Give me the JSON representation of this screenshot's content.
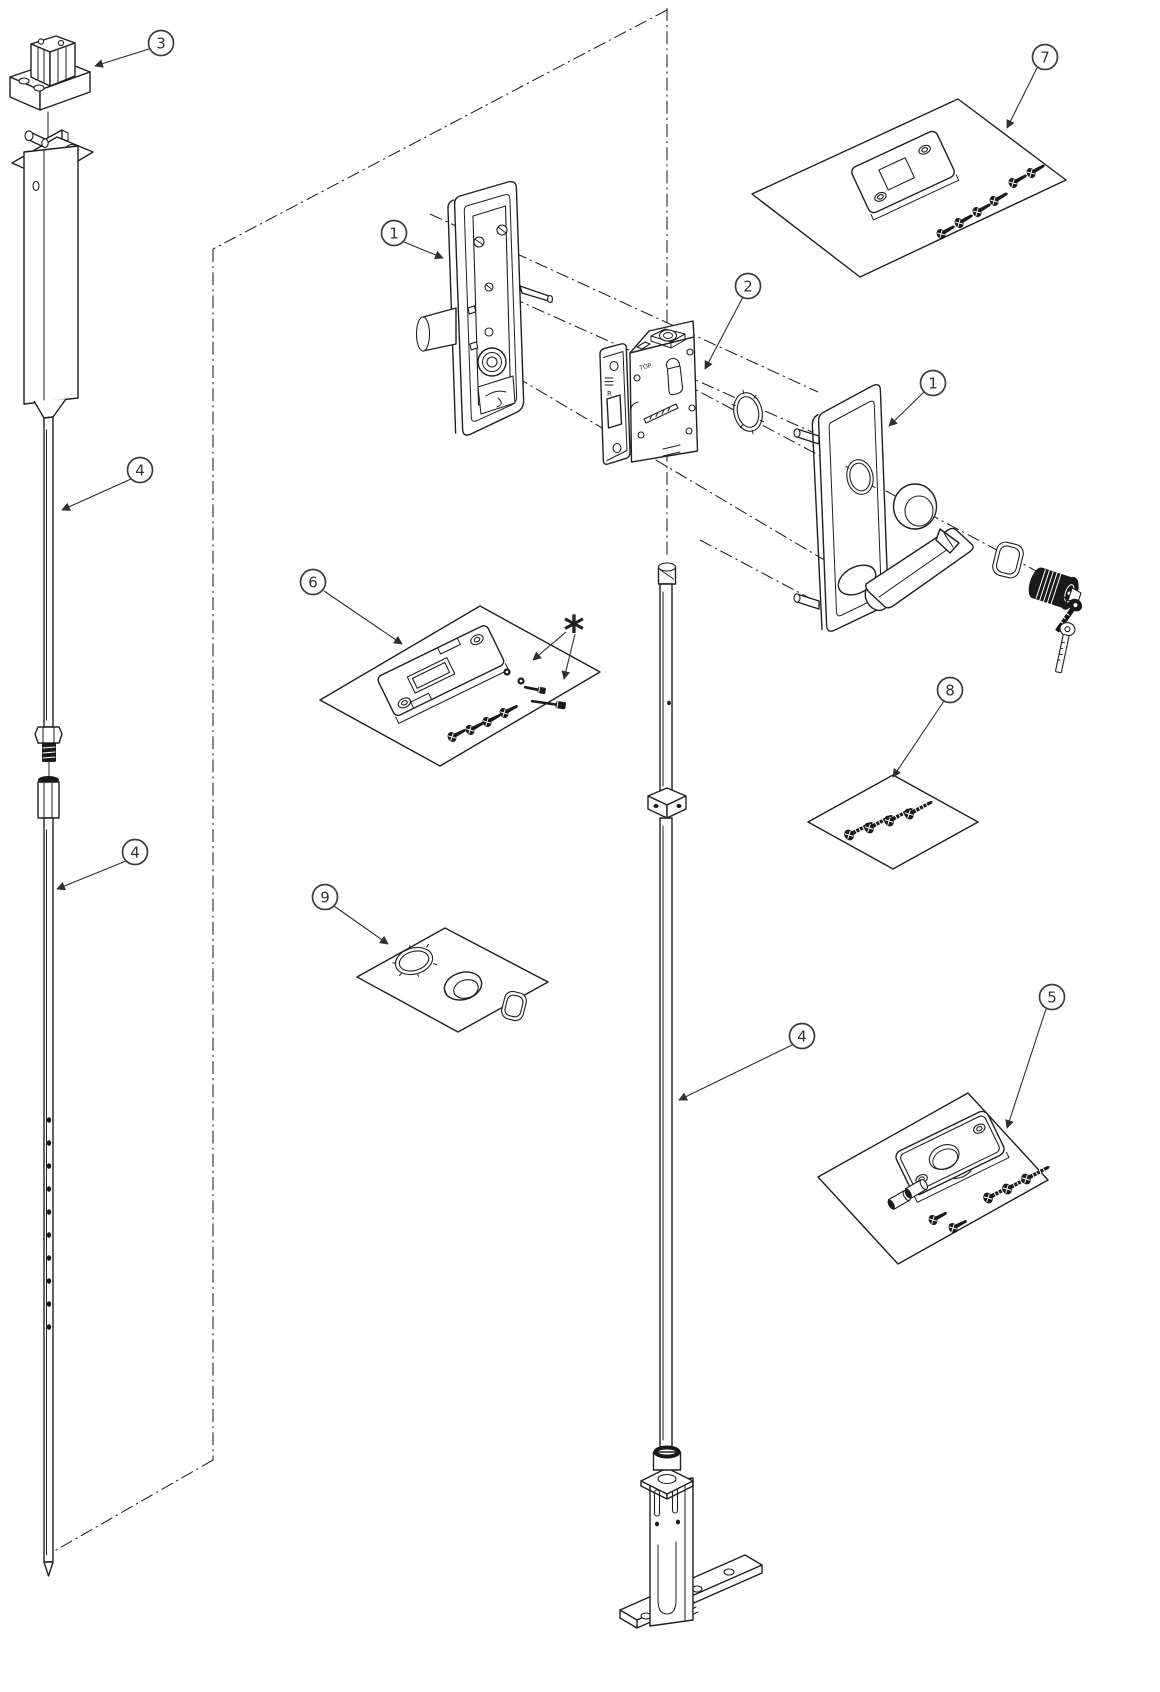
{
  "diagram": {
    "type": "exploded-parts-diagram",
    "callouts": [
      {
        "part": "escutcheon-inside",
        "label": "1"
      },
      {
        "part": "escutcheon-outside",
        "label": "1"
      },
      {
        "part": "mortise-lock-body",
        "label": "2"
      },
      {
        "part": "top-strike-assembly",
        "label": "3"
      },
      {
        "part": "top-rod",
        "label": "4"
      },
      {
        "part": "bottom-rod-left",
        "label": "4"
      },
      {
        "part": "bottom-rod-center",
        "label": "4"
      },
      {
        "part": "bottom-fitting-kit",
        "label": "5"
      },
      {
        "part": "strike-plate-kit",
        "label": "6"
      },
      {
        "part": "top-strike-plate-kit",
        "label": "7"
      },
      {
        "part": "machine-screw-kit",
        "label": "8"
      },
      {
        "part": "trim-ring-kit",
        "label": "9"
      }
    ],
    "footnote_symbol": "*",
    "stamps": {
      "lock_top": "TOP",
      "lock_hand": "R"
    },
    "colors": {
      "line": "#231f20",
      "dark_fill": "#191919",
      "background": "#ffffff"
    }
  }
}
